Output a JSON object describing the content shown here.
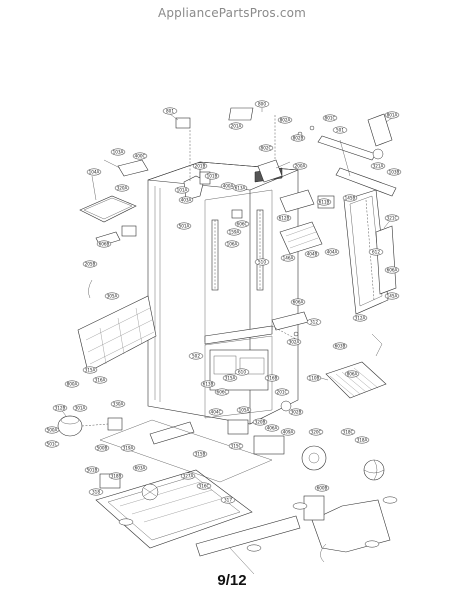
{
  "watermark": "AppliancePartsPros.com",
  "page_number": "9/12",
  "callouts": [
    "801",
    "800",
    "201A",
    "802A",
    "801A",
    "802B",
    "801C",
    "501",
    "103A",
    "400C",
    "201B",
    "802C",
    "321A",
    "103B",
    "104A",
    "320A",
    "400A",
    "200A",
    "101B",
    "101A",
    "613A",
    "403A",
    "611B",
    "145B",
    "321C",
    "606B",
    "612B",
    "146A",
    "501A",
    "106A",
    "159A",
    "606C",
    "205B",
    "404A",
    "510",
    "606A",
    "404B",
    "612",
    "305A",
    "606A",
    "145A",
    "312",
    "312A",
    "502",
    "603B",
    "302A",
    "610",
    "315A",
    "316A",
    "800A",
    "613B",
    "315A",
    "316B",
    "201C",
    "806A",
    "110B",
    "606C",
    "302B",
    "312B",
    "301A",
    "330A",
    "404C",
    "105A",
    "409A",
    "406A",
    "320B",
    "320C",
    "315B",
    "315C",
    "318C",
    "318A",
    "500A",
    "501C",
    "500B",
    "319A",
    "501B",
    "318B",
    "603A",
    "327A",
    "316C",
    "318",
    "317",
    "600B"
  ]
}
